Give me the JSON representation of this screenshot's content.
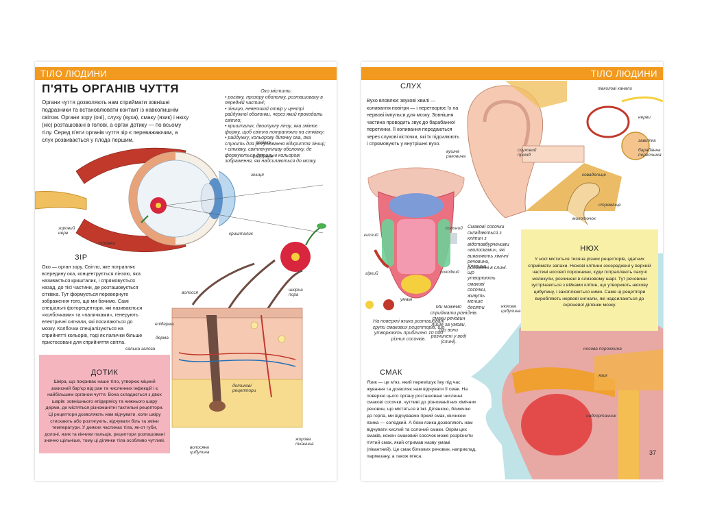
{
  "left": {
    "band": "ТІЛО ЛЮДИНИ",
    "title": "П'ЯТЬ ОРГАНІВ ЧУТТЯ",
    "intro": "Органи чуття дозволяють нам сприймати зовнішні подразники та встановлювати контакт із навколишнім світом. Органи зору (очі), слуху (вуха), смаку (язик) і нюху (ніс) розташовані в голові, а орган дотику — по всьому тілу. Серед п'яти органів чуття зір є переважаючим, а слух розвивається у плода першим.",
    "eye_contains_title": "Око містить:",
    "eye_contains": [
      "• рогівку, прозору оболонку, розташовану в передній частині;",
      "• зіницю, невеликий отвір у центрі райдужної оболонки, через який проходить світло;",
      "• кришталик, двоопуклу лінзу, яка змінює форму, щоб світло потрапляло на сітківку;",
      "• райдужку, кольорову ділянку ока, яка служить для регулювання відкриття зіниці;",
      "• сітківку, світлочутливу оболонку, де формуються детальні кольорові зображення, які надсилаються до мозку."
    ],
    "eye_labels": {
      "cornea": "рогівка",
      "iris": "райдужка",
      "pupil": "зіниця",
      "lens": "кришталик",
      "optic_nerve": "зоровий нерв",
      "retina": "сітківка"
    },
    "vision": {
      "heading": "ЗІР",
      "text": "Око — орган зору. Світло, яке потрапляє всередину ока, концентрується лінзою, яка називається кришталик, і спрямовується назад, до тієї частини, де розташовується сітківка. Тут формується перевернуте зображення того, що ми бачимо. Самі спеціальні фоторецептори, які називаються «колбочками» та «паличками», генерують електричні сигнали, які посилаються до мозку. Колбочки спеціалізуються на сприйнятті кольорів, тоді як палички більше пристосовані для сприйняття світла."
    },
    "skin_labels": {
      "hair": "волосся",
      "pore": "шкірна пора",
      "epidermis": "епідерма",
      "dermis": "дерма",
      "sweat_gland": "сальна залоза",
      "receptors": "дотикові рецептори",
      "follicle": "волосяна цибулина",
      "fat": "жирова тканина"
    },
    "touch": {
      "heading": "ДОТИК",
      "text": "Шкіра, що покриває наше тіло, утворює міцний захисний бар'єр від ран та численних інфекцій і є найбільшим органом чуття. Вона складається з двох шарів: зовнішнього епідермісу та нижнього шару дерми, де містяться різноманітні тактильні рецептори. Ці рецептори дозволяють нам відчувати, коли шкіру стискають або розтягують, відчувати біль та зміни температури. У деяких частинах тіла, як-от губи, долоні, язик та кінчики пальців, рецептори розташовані значно щільніше, тому ці ділянки тіла особливо чутливі."
    }
  },
  "right": {
    "band": "ТІЛО ЛЮДИНИ",
    "hearing": {
      "heading": "СЛУХ",
      "text": "Вухо вловлює звукові хвилі — коливання повітря — і перетворює їх на нервові імпульси для мозку. Зовнішня частина проводить звук до барабанної перетинки. Її коливання передаються через слухові кісточки, які їх підсилюють і спрямовують у внутрішнє вухо."
    },
    "ear_labels": {
      "canals": "півколові канали",
      "nerves": "нерви",
      "cochlea": "завитка",
      "eardrum": "барабанна перетинка",
      "auricle": "вушна раковина",
      "canal": "слуховий прохід",
      "anvil": "ковадельце",
      "stirrup": "стремінце",
      "hammer": "молоточок"
    },
    "tongue_labels": {
      "sour": "кислий",
      "salty": "солоний",
      "bitter": "гіркий",
      "sweet": "солодкий",
      "umami": "умамі"
    },
    "tongue_caption": "На поверхні язика розташовані групи смакових рецепторів, що утворюють приблизно 10 000 різних сосочків.",
    "papillae_note": "Смакові сосочки складаються з клітин з відстовбурченими «волосками», які виявляють хімічні речовини, розчинені в слині.",
    "cells_note": "Клітини, що утворюють смакові сосочки, живуть менше десяти днів.",
    "dissolve_note": "Ми можемо сприймати різні смаки речовин лише за умови, що вони розчинені у воді (слині).",
    "smell": {
      "heading": "НЮХ",
      "text": "У носі міститься тисяча різних рецепторів, здатних сприймати запахи. Нюхові клітини зосереджені у верхній частині носової порожнини, куди потрапляють пахучі молекули, розчинені в слизовому шарі. Тут речовини зустрічаються з війками клітин, що утворюють нюхову цибулину, і захоплюються ними. Саме ці рецептори виробляють нервові сигнали, які надсилаються до скроневої ділянки мозку."
    },
    "head_labels": {
      "bulb": "нюхова цибулина",
      "nasal": "носова порожнина",
      "tongue": "язик",
      "larynx": "надгортанник"
    },
    "taste": {
      "heading": "СМАК",
      "text": "Язик — це м'яз, який перемішує їжу під час жування та дозволяє нам відчувати її смак. На поверхні цього органу розташовані численні смакові сосочки, чутливі до різноманітних хімічних речовин, що містяться в їжі. Ділянкою, ближчою до горла, ми відчуваємо гіркий смак, кінчиком язика — солодкий. А боки язика дозволяють нам відчувати кислий та солоний смаки. Окрім цих смаків, кожен смаковий сосочок може розрізнити п'ятий смак, який отримав назву умамі (пікантний). Це смак білкових речовин, наприклад, пармезану, а також м'яса."
    },
    "page_number": "37"
  }
}
